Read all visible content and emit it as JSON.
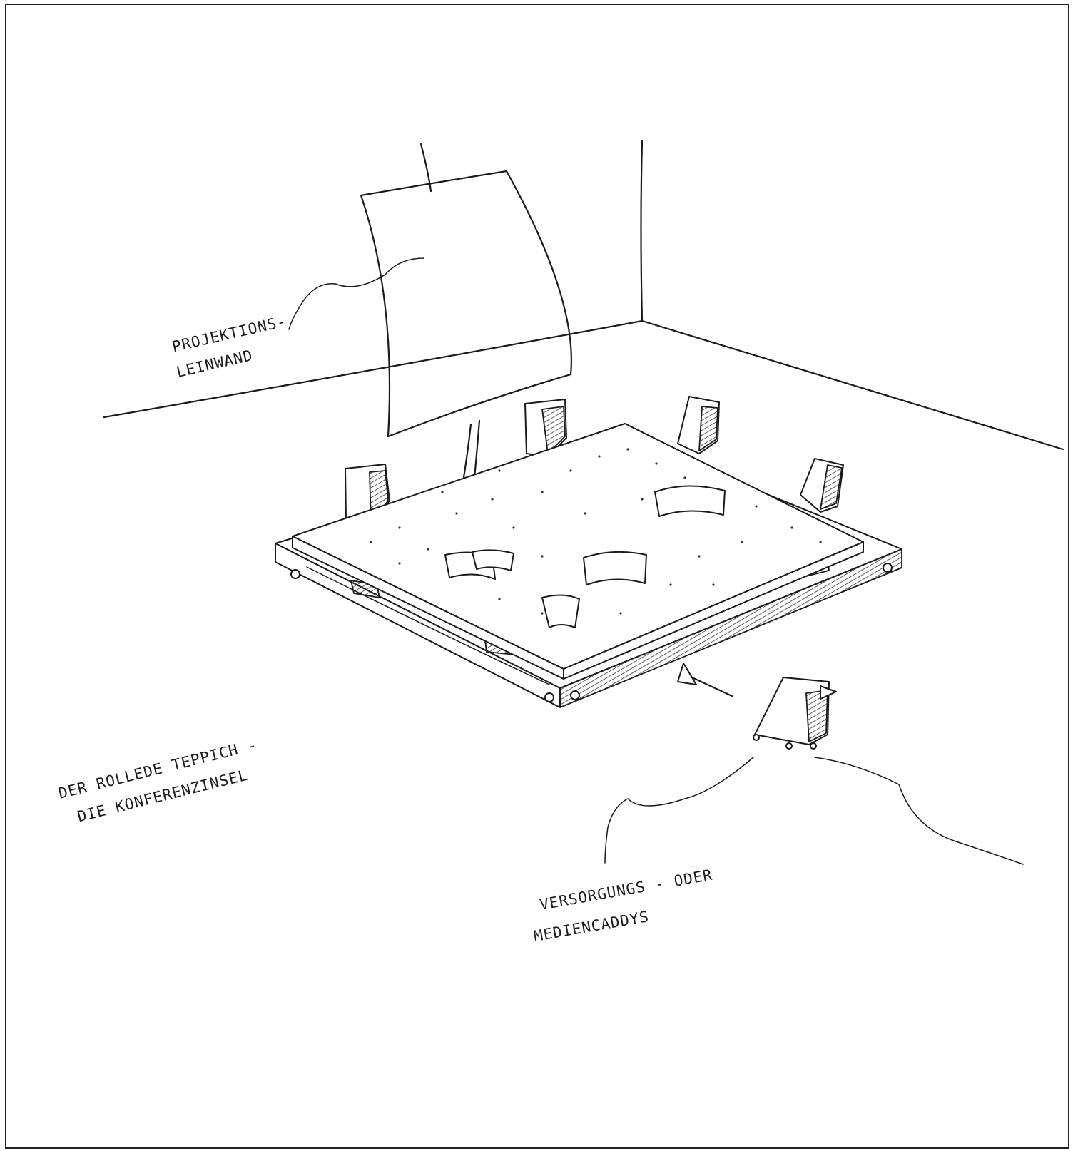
{
  "labels": {
    "projection_screen": [
      "PROJEKTIONS-",
      "LEINWAND"
    ],
    "rolling_carpet": [
      "DER ROLLEDE TEPPICH -",
      "DIE KONFERENZINSEL"
    ],
    "supply_caddies": [
      "VERSORGUNGS - ODER",
      "MEDIENCADDYS"
    ]
  },
  "icons": [
    "projection-screen",
    "rolling-platform",
    "caddy",
    "direction-arrow"
  ],
  "colors": {
    "ink": "#1a1a1a",
    "paper": "#ffffff"
  }
}
